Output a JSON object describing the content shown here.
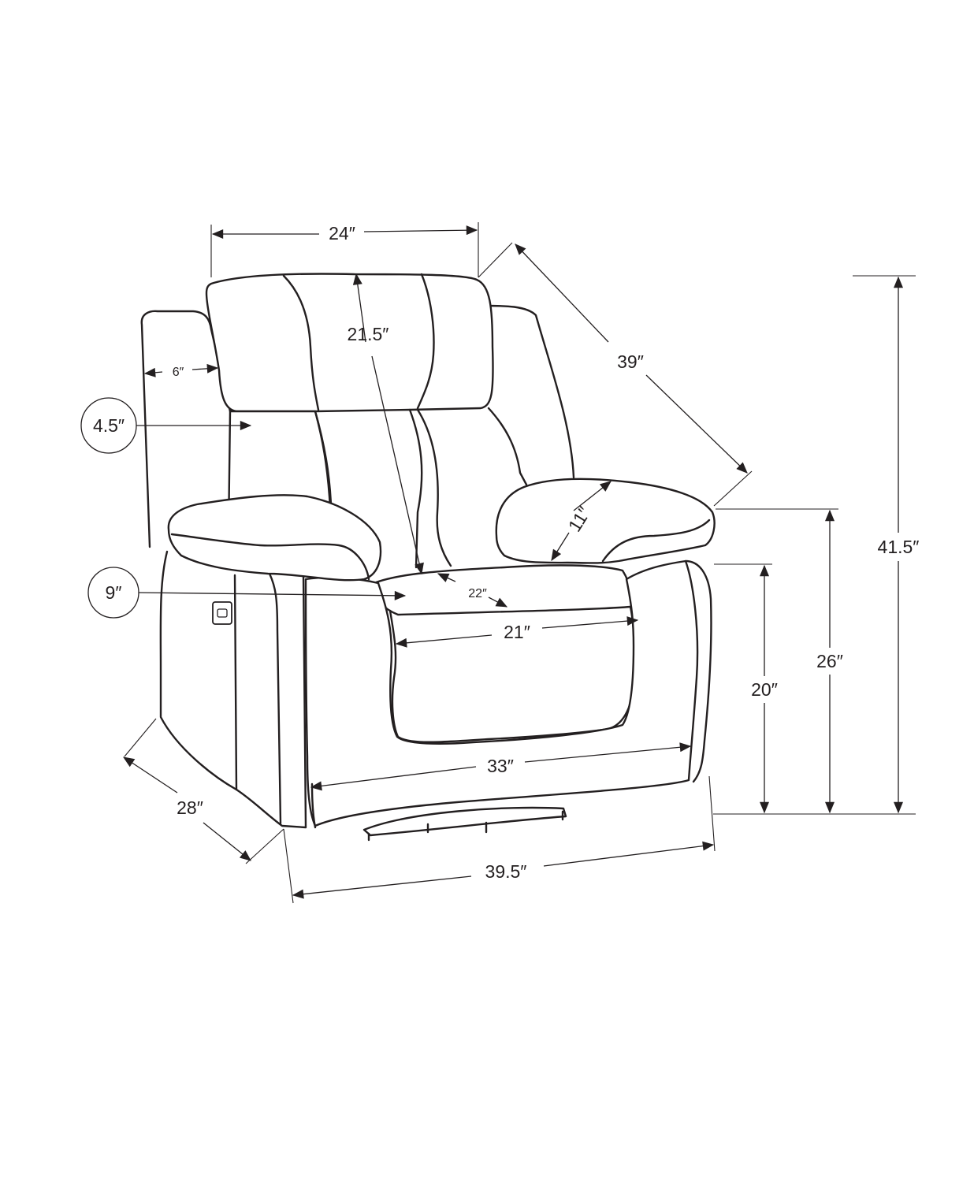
{
  "dimensions": {
    "backrest_width": "24″",
    "backrest_height": "21.5″",
    "diagonal_depth": "39″",
    "overall_height": "41.5″",
    "arm_width": "6″",
    "back_cushion_thickness": "4.5″",
    "arm_height": "11″",
    "arm_front_height": "9″",
    "seat_depth": "22″",
    "seat_width": "21″",
    "arm_top_height": "26″",
    "seat_height": "20″",
    "base_width": "33″",
    "side_depth": "28″",
    "overall_width": "39.5″"
  },
  "colors": {
    "line": "#231f20",
    "background": "#ffffff"
  }
}
